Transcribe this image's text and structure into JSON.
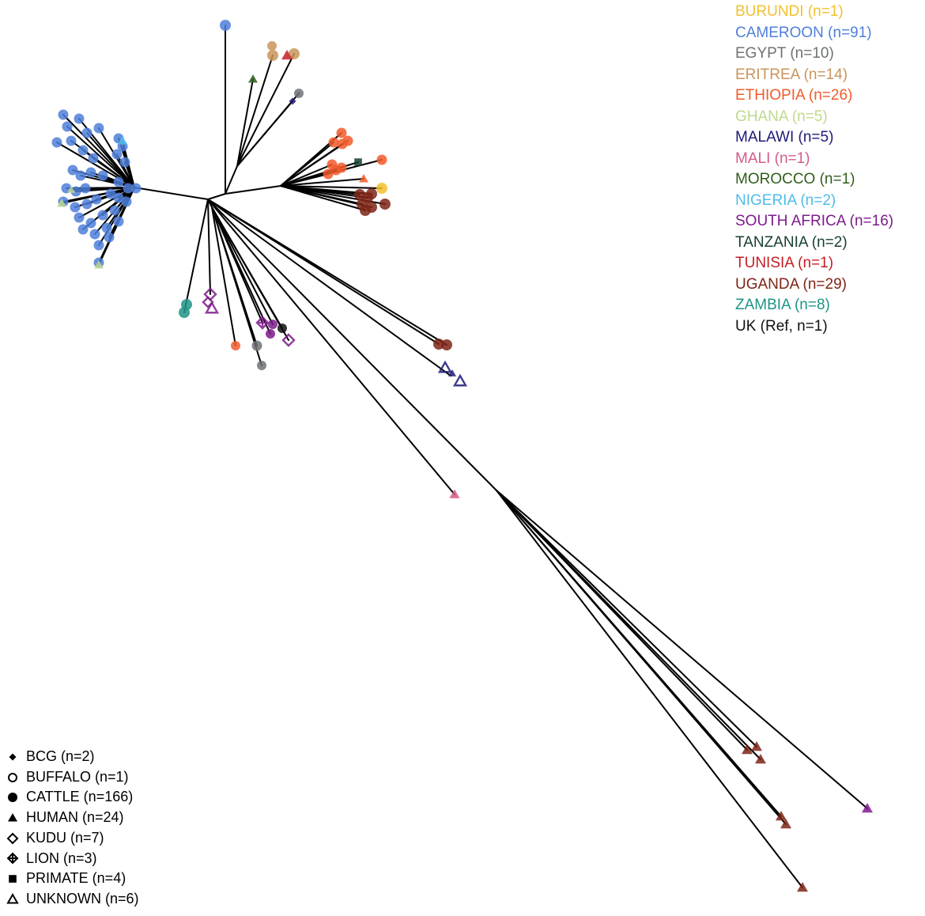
{
  "country_legend": [
    {
      "key": "burundi",
      "label": "BURUNDI (n=1)",
      "color": "#f2c02e"
    },
    {
      "key": "cameroon",
      "label": "CAMEROON (n=91)",
      "color": "#4f7fdb"
    },
    {
      "key": "egypt",
      "label": "EGYPT (n=10)",
      "color": "#6e7275"
    },
    {
      "key": "eritrea",
      "label": "ERITREA (n=14)",
      "color": "#c9955a"
    },
    {
      "key": "ethiopia",
      "label": "ETHIOPIA (n=26)",
      "color": "#f25b2a"
    },
    {
      "key": "ghana",
      "label": "GHANA (n=5)",
      "color": "#bfd98c"
    },
    {
      "key": "malawi",
      "label": "MALAWI (n=5)",
      "color": "#1c1a78"
    },
    {
      "key": "mali",
      "label": "MALI (n=1)",
      "color": "#d65a8c"
    },
    {
      "key": "morocco",
      "label": "MOROCCO (n=1)",
      "color": "#2f5e1b"
    },
    {
      "key": "nigeria",
      "label": "NIGERIA (n=2)",
      "color": "#4dbde8"
    },
    {
      "key": "south_africa",
      "label": "SOUTH AFRICA (n=16)",
      "color": "#7e1b8c"
    },
    {
      "key": "tanzania",
      "label": "TANZANIA (n=2)",
      "color": "#173f33"
    },
    {
      "key": "tunisia",
      "label": "TUNISIA (n=1)",
      "color": "#c41e24"
    },
    {
      "key": "uganda",
      "label": "UGANDA (n=29)",
      "color": "#7e2416"
    },
    {
      "key": "zambia",
      "label": "ZAMBIA (n=8)",
      "color": "#1f9486"
    },
    {
      "key": "uk",
      "label": "UK (Ref, n=1)",
      "color": "#111111"
    }
  ],
  "host_legend": [
    {
      "key": "bcg",
      "label": "BCG (n=2)",
      "symbol": "small-diamond"
    },
    {
      "key": "buffalo",
      "label": "BUFFALO (n=1)",
      "symbol": "open-circle"
    },
    {
      "key": "cattle",
      "label": "CATTLE (n=166)",
      "symbol": "filled-circle"
    },
    {
      "key": "human",
      "label": "HUMAN (n=24)",
      "symbol": "filled-triangle"
    },
    {
      "key": "kudu",
      "label": "KUDU (n=7)",
      "symbol": "open-diamond"
    },
    {
      "key": "lion",
      "label": "LION (n=3)",
      "symbol": "crossed-diamond"
    },
    {
      "key": "primate",
      "label": "PRIMATE (n=4)",
      "symbol": "filled-square"
    },
    {
      "key": "unknown",
      "label": "UNKNOWN (n=6)",
      "symbol": "open-triangle"
    }
  ]
}
